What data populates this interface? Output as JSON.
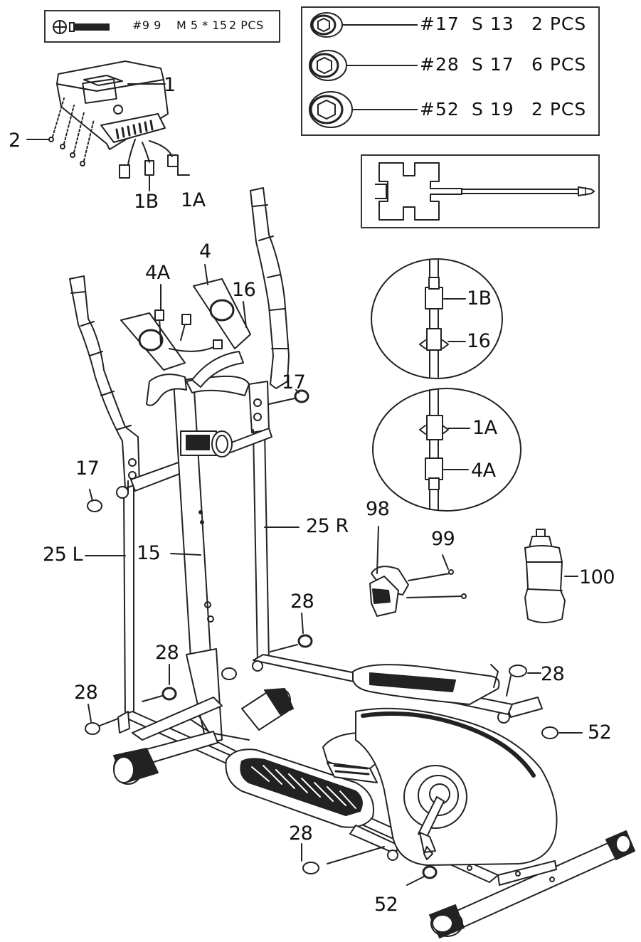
{
  "bolt_box": {
    "part": "#9 9",
    "size": "M 5 * 15",
    "qty": "2 PCS"
  },
  "nut_box": {
    "rows": [
      {
        "part": "#17",
        "size": "S 13",
        "qty": "2 PCS"
      },
      {
        "part": "#28",
        "size": "S 17",
        "qty": "6 PCS"
      },
      {
        "part": "#52",
        "size": "S 19",
        "qty": "2 PCS"
      }
    ]
  },
  "labels": {
    "l1": "1",
    "l2": "2",
    "l1b": "1B",
    "l1a": "1A",
    "l4a": "4A",
    "l4": "4",
    "l16": "16",
    "l17r": "17",
    "l17l": "17",
    "l25l": "25 L",
    "l15": "15",
    "l25r": "25 R",
    "l28a": "28",
    "l28b": "28",
    "l28c": "28",
    "l28d": "28",
    "l28e": "28",
    "l52a": "52",
    "l52b": "52",
    "l98": "98",
    "l99": "99",
    "l100": "100",
    "c1b": "1B",
    "c16": "16",
    "c1a": "1A",
    "c4a": "4A"
  },
  "colors": {
    "line": "#222222",
    "fill_dark": "#2a2a2a",
    "fill_light": "#ffffff"
  }
}
